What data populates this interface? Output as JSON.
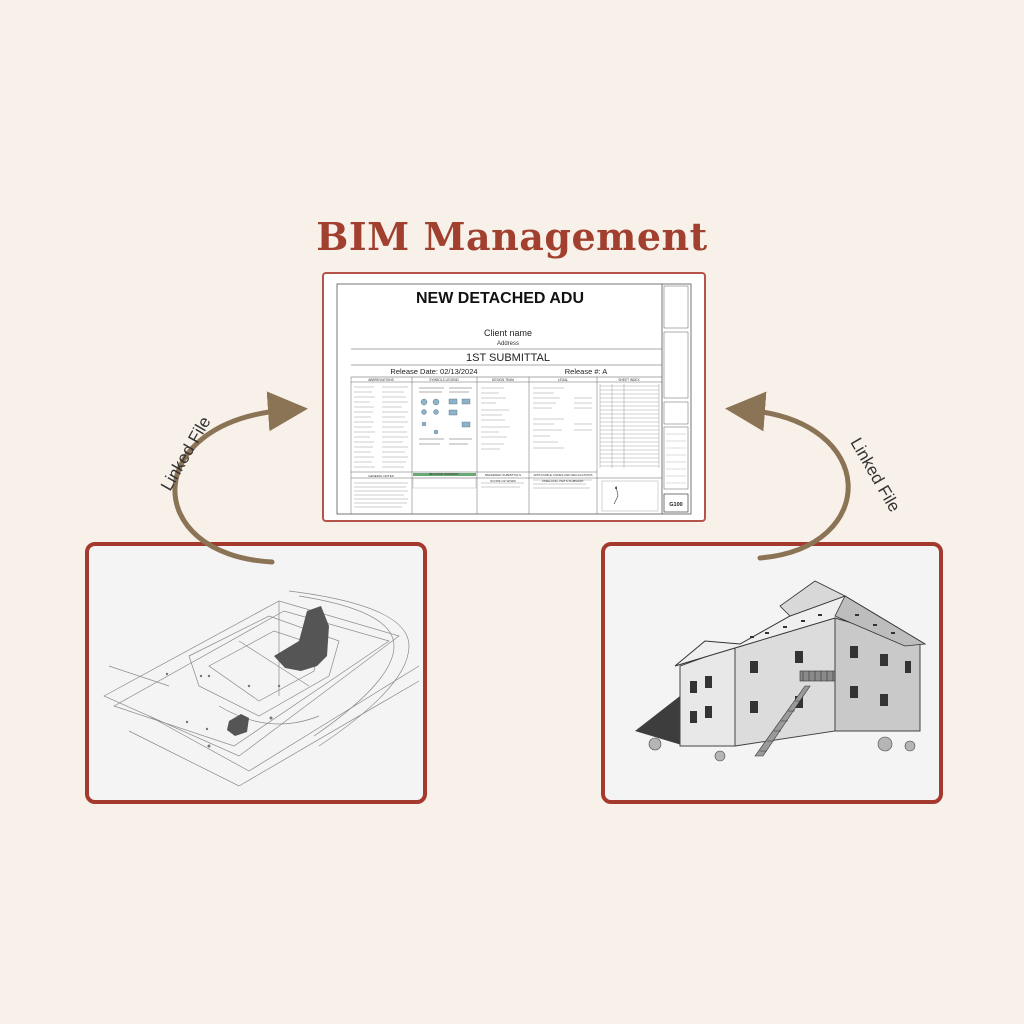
{
  "title": "BIM Management",
  "sheet": {
    "project_title": "NEW DETACHED ADU",
    "client_name": "Client name",
    "address": "Address",
    "submittal": "1ST SUBMITTAL",
    "release_date": "Release Date: 02/13/2024",
    "release_number": "Release #:  A",
    "sections_top": [
      "ABBREVIATIONS",
      "SYMBOLS LEGEND",
      "DESIGN TEAM",
      "LEGAL",
      "SHEET INDEX"
    ],
    "deferred": "DEFERRED SUBMITTALS",
    "codes": "APPLICABLE CODES AND REGULATIONS",
    "sections_bottom": [
      "GENERAL NOTES",
      "REVISION SUMMARY",
      "SCOPE OF WORK",
      "DWELLING UNITS SUMMARY"
    ],
    "sheet_number": "G100"
  },
  "arrows": {
    "left_label": "Linked File",
    "right_label": "Linked File",
    "color": "#8b7355"
  },
  "colors": {
    "background": "#f8f1ea",
    "title": "#a1402f",
    "frame": "#a33a2d"
  }
}
